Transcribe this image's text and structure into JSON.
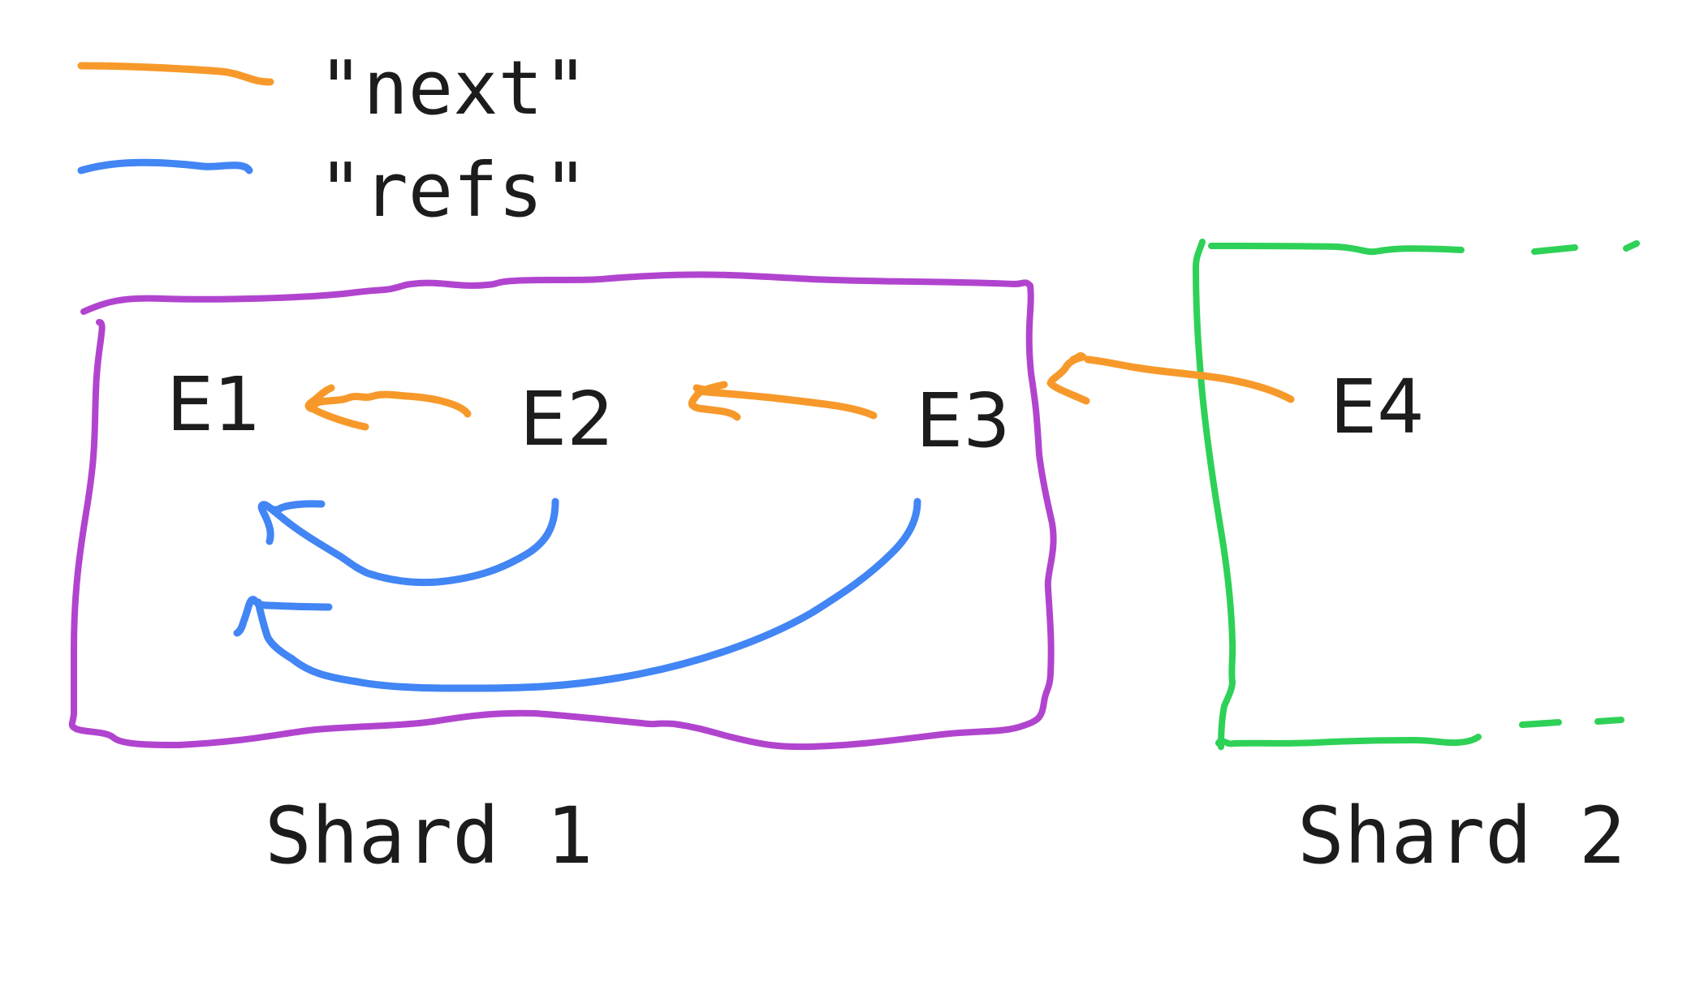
{
  "legend": {
    "items": [
      {
        "label": "\"next\"",
        "color": "#f7992a"
      },
      {
        "label": "\"refs\"",
        "color": "#4285f4"
      }
    ]
  },
  "shards": [
    {
      "label": "Shard 1",
      "color": "#b144cf",
      "entries": [
        "E1",
        "E2",
        "E3"
      ]
    },
    {
      "label": "Shard 2",
      "color": "#2ed157",
      "entries": [
        "E4"
      ]
    }
  ],
  "next_links": [
    {
      "from": "E2",
      "to": "E1"
    },
    {
      "from": "E3",
      "to": "E2"
    },
    {
      "from": "E4",
      "to": "E3"
    }
  ],
  "refs_links": [
    {
      "from": "E2",
      "to": "E1"
    },
    {
      "from": "E3",
      "to": "E1"
    }
  ]
}
